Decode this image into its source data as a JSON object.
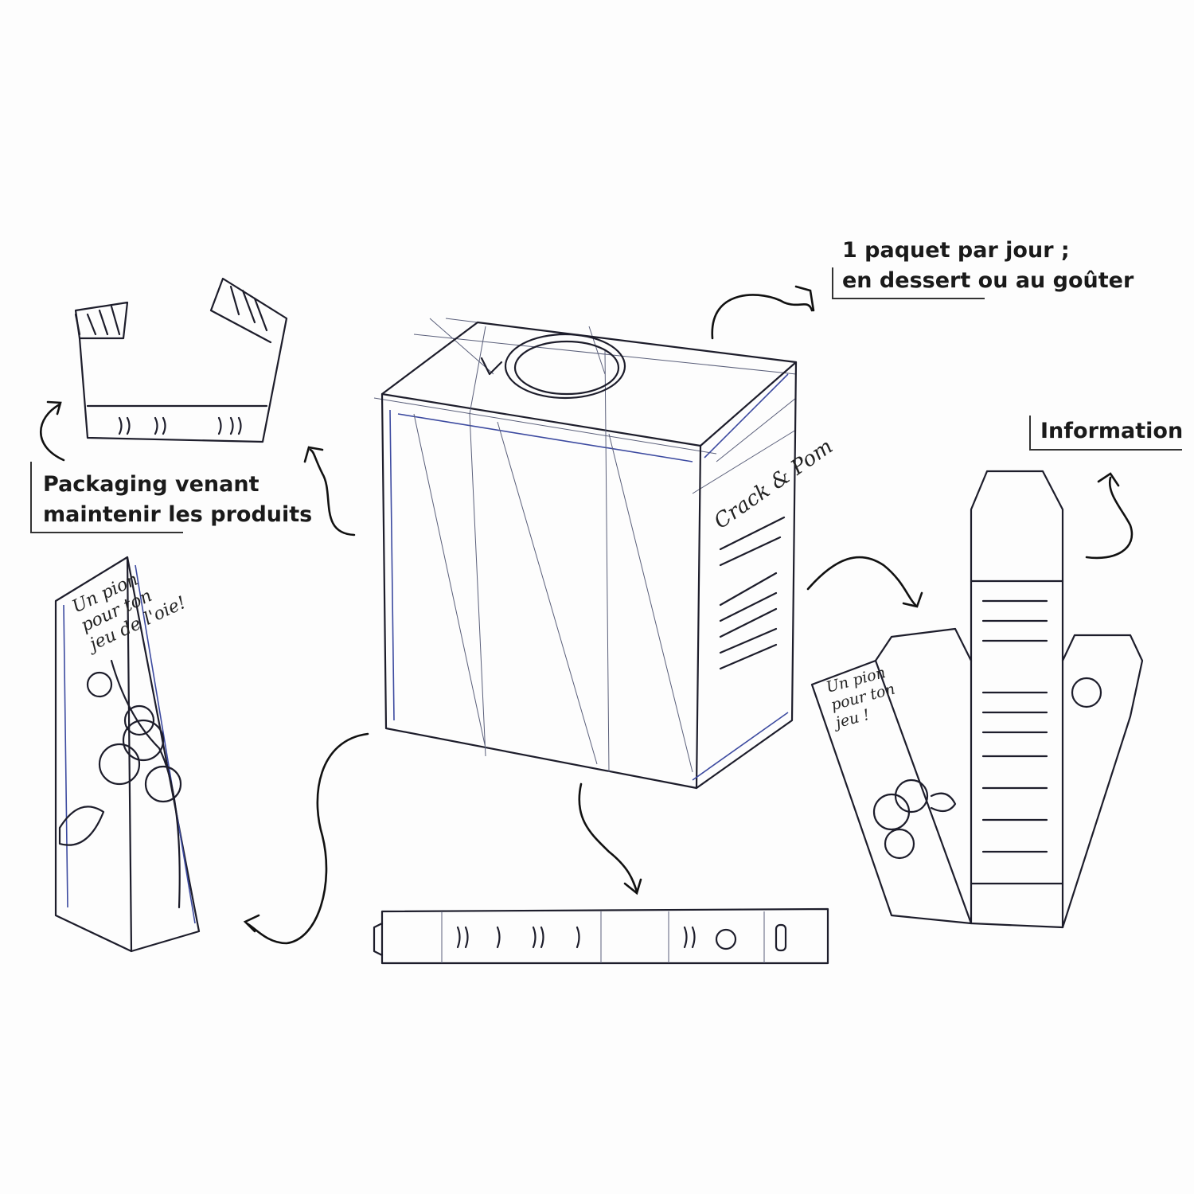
{
  "annotations": {
    "daily": {
      "line1": "1 paquet par jour ;",
      "line2": "en dessert ou au goûter"
    },
    "holder": {
      "line1": "Packaging venant",
      "line2": "maintenir les produits"
    },
    "info": {
      "text": "Information"
    }
  },
  "sketch_text": {
    "brand": "Crack & Pom",
    "slogan_tall": [
      "Un pion",
      "pour ton",
      "jeu de l'oie!"
    ],
    "slogan_flat": [
      "Un pion",
      "pour ton",
      "jeu !"
    ]
  }
}
